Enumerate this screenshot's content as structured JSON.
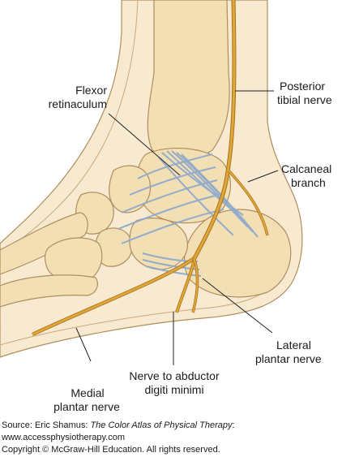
{
  "labels": {
    "flexor_retinaculum": [
      "Flexor",
      "retinaculum"
    ],
    "posterior_tibial_nerve": [
      "Posterior",
      "tibial nerve"
    ],
    "calcaneal_branch": [
      "Calcaneal",
      "branch"
    ],
    "lateral_plantar_nerve": [
      "Lateral",
      "plantar nerve"
    ],
    "nerve_to_abductor": [
      "Nerve to abductor",
      "digiti minimi"
    ],
    "medial_plantar_nerve": [
      "Medial",
      "plantar nerve"
    ]
  },
  "caption": {
    "source_prefix": "Source: Eric Shamus: ",
    "book_title": "The Color Atlas of Physical Therapy",
    "source_suffix": ":",
    "website": "www.accessphysiotherapy.com",
    "copyright": "Copyright © McGraw-Hill Education. All rights reserved."
  },
  "colors": {
    "bone": "#f3dfb4",
    "bone_edge": "#b08d5c",
    "skin": "#f8ead0",
    "nerve": "#e0a63a",
    "nerve_edge": "#a8741c",
    "retinaculum": "#8fa9cc",
    "leader_line": "#222222"
  }
}
